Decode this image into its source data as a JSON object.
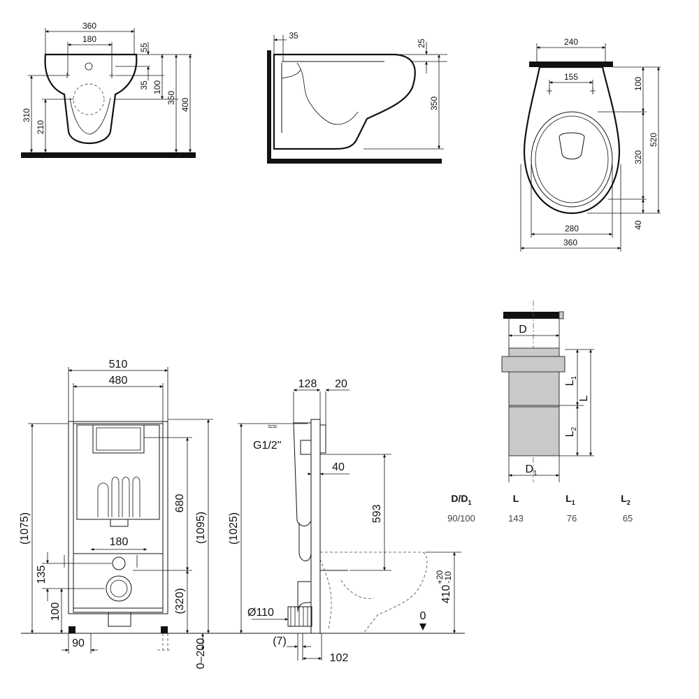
{
  "front_view": {
    "dims": {
      "width_total": "360",
      "hole_spacing": "180",
      "d55": "55",
      "d35": "35",
      "d100": "100",
      "d350": "350",
      "d400": "400",
      "d310": "310",
      "d210": "210"
    }
  },
  "side_view": {
    "dims": {
      "d35": "35",
      "d25": "25",
      "d350": "350"
    }
  },
  "top_view": {
    "dims": {
      "d240": "240",
      "d155": "155",
      "d100": "100",
      "d520": "520",
      "d320": "320",
      "d40": "40",
      "d280": "280",
      "d360": "360"
    }
  },
  "frame_front": {
    "dims": {
      "d510": "510",
      "d480": "480",
      "d1075": "(1075)",
      "d680": "680",
      "d1095": "(1095)",
      "d180": "180",
      "d135": "135",
      "d100": "100",
      "d320": "(320)",
      "d90": "90",
      "d0_200": "0–200"
    }
  },
  "frame_side": {
    "dims": {
      "d128": "128",
      "d20": "20",
      "g12": "G1/2\"",
      "d40": "40",
      "d593": "593",
      "d1025": "(1025)",
      "d110": "Ø110",
      "d7": "(7)",
      "d102": "102",
      "d0": "0",
      "d410": "410",
      "tol_plus": "+20",
      "tol_minus": "-10"
    }
  },
  "pipe": {
    "labels": {
      "D": "D",
      "L1": "L",
      "L1_sub": "1",
      "L2": "L",
      "L2_sub": "2",
      "L": "L",
      "D1": "D",
      "D1_sub": "1"
    },
    "table": {
      "headers": [
        {
          "main": "D/D",
          "sub": "1"
        },
        {
          "main": "L",
          "sub": ""
        },
        {
          "main": "L",
          "sub": "1"
        },
        {
          "main": "L",
          "sub": "2"
        }
      ],
      "row": [
        "90/100",
        "143",
        "76",
        "65"
      ]
    }
  }
}
